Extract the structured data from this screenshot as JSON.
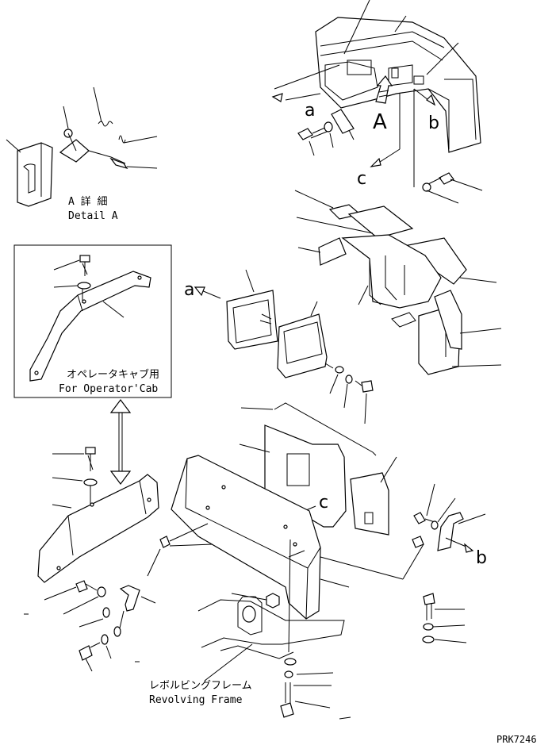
{
  "detail_a": {
    "title_jp": "A 詳 細",
    "title_en": "Detail A"
  },
  "operator_cab": {
    "title_jp": "オペレータキャブ用",
    "title_en": "For Operator'Cab"
  },
  "revolving_frame": {
    "title_jp": "レボルビングフレーム",
    "title_en": "Revolving Frame"
  },
  "view_labels": {
    "a": "a",
    "b": "b",
    "c": "c",
    "A": "A"
  },
  "drawing_code": "PRK7246",
  "colors": {
    "line": "#000000",
    "background": "#ffffff"
  }
}
